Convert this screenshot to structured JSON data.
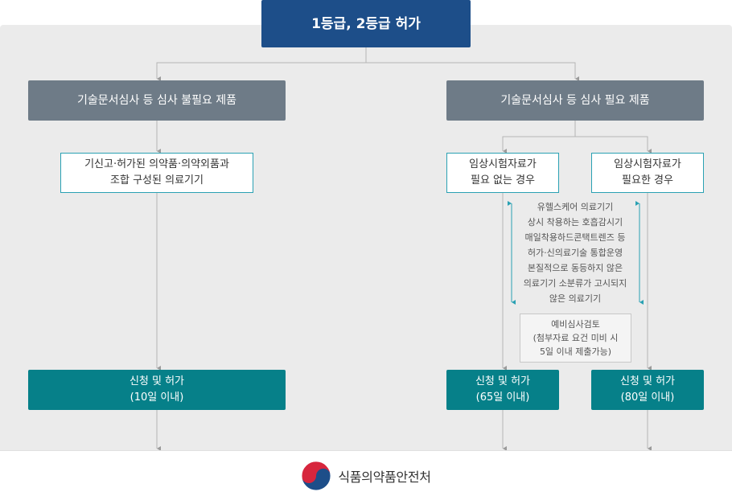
{
  "top": {
    "title": "1등급, 2등급 허가"
  },
  "branches": {
    "left": {
      "label": "기술문서심사 등 심사 불필요 제품"
    },
    "right": {
      "label": "기술문서심사 등 심사 필요 제품"
    }
  },
  "sub": {
    "combo": {
      "line1": "기신고·허가된 의약품·의약외품과",
      "line2": "조합 구성된 의료기기"
    },
    "no_clinical": {
      "line1": "임상시험자료가",
      "line2": "필요 없는 경우"
    },
    "clinical": {
      "line1": "임상시험자료가",
      "line2": "필요한 경우"
    }
  },
  "description": [
    "유헬스케어 의료기기",
    "상시 착용하는 호흡감시기",
    "매일착용하드콘택트렌즈 등",
    "허가·신의료기술 통합운영",
    "본질적으로 동등하지 않은",
    "의료기기 소분류가 고시되지",
    "않은 의료기기"
  ],
  "pre_review": {
    "line1": "예비심사검토",
    "line2": "(첨부자료 요건 미비 시",
    "line3": "5일 이내 제출가능)"
  },
  "results": {
    "left": {
      "line1": "신청 및 허가",
      "line2": "(10일 이내)"
    },
    "mid": {
      "line1": "신청 및 허가",
      "line2": "(65일 이내)"
    },
    "right": {
      "line1": "신청 및 허가",
      "line2": "(80일 이내)"
    }
  },
  "footer": {
    "org": "식품의약품안전처",
    "logo_icon": "taegeuk-icon"
  },
  "colors": {
    "navy": "#1d4e89",
    "gray": "#6e7b87",
    "teal": "#068089",
    "accent": "#2aa1b3"
  }
}
